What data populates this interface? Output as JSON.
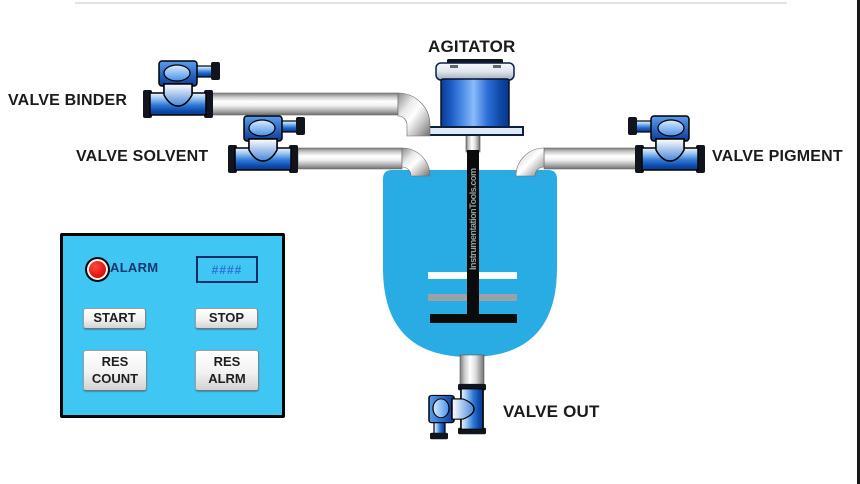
{
  "diagram": {
    "labels": {
      "agitator": "AGITATOR",
      "valve_binder": "VALVE BINDER",
      "valve_solvent": "VALVE SOLVENT",
      "valve_pigment": "VALVE PIGMENT",
      "valve_out": "VALVE OUT"
    },
    "tank": {
      "watermark": "InstrumentationTools.com",
      "fill_color": "#29ABE3"
    },
    "colors": {
      "panel_cyan": "#3FC6F2",
      "alarm_red": "#E31212",
      "valve_blue": "#1560C0",
      "display_text_blue": "#2F6FD4",
      "label_navy": "#14366E"
    }
  },
  "panel": {
    "alarm_label": "ALARM",
    "display_value": "####",
    "buttons": {
      "start": "START",
      "stop": "STOP",
      "res_count": "RES\nCOUNT",
      "res_alrm": "RES\nALRM"
    }
  }
}
